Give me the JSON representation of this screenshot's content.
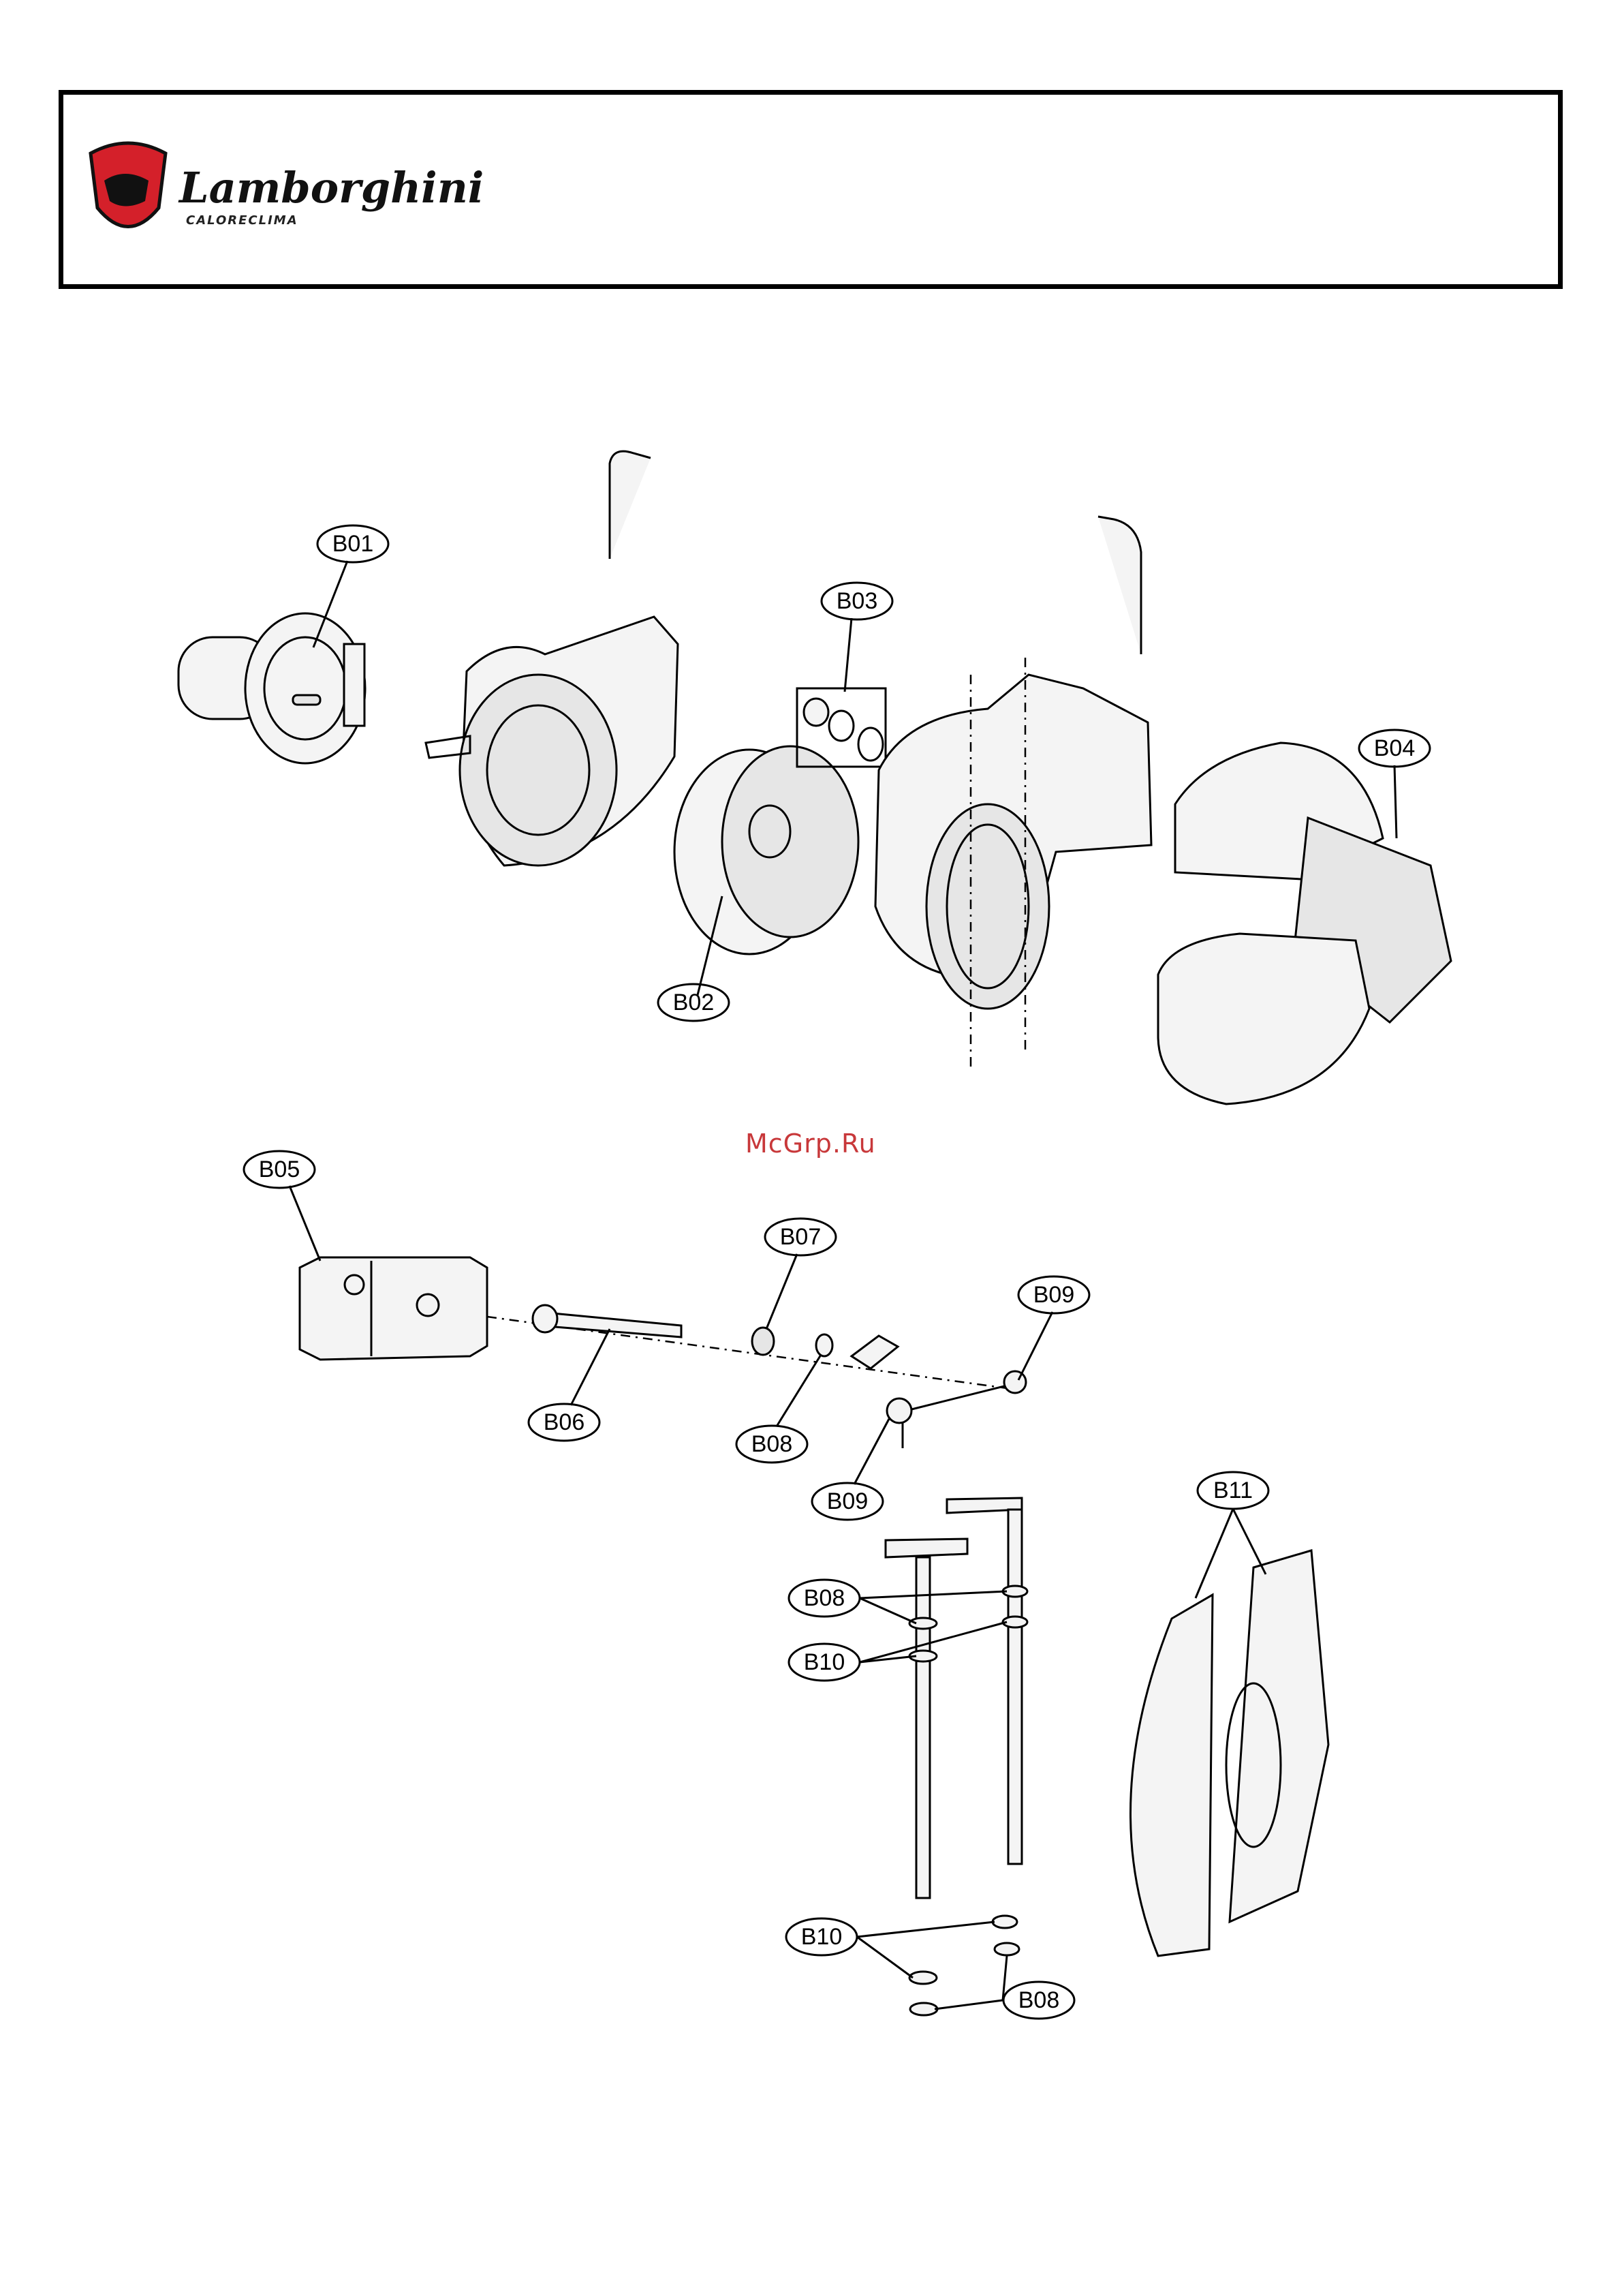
{
  "brand": {
    "name": "Lamborghini",
    "tagline": "CALORECLIMA"
  },
  "watermark": "McGrp.Ru",
  "callouts": {
    "b01": "B01",
    "b02": "B02",
    "b03": "B03",
    "b04": "B04",
    "b05": "B05",
    "b06": "B06",
    "b07": "B07",
    "b08": "B08",
    "b09": "B09",
    "b10": "B10",
    "b11": "B11"
  },
  "colors": {
    "logo_red": "#d4202a",
    "watermark": "#c8383a"
  }
}
